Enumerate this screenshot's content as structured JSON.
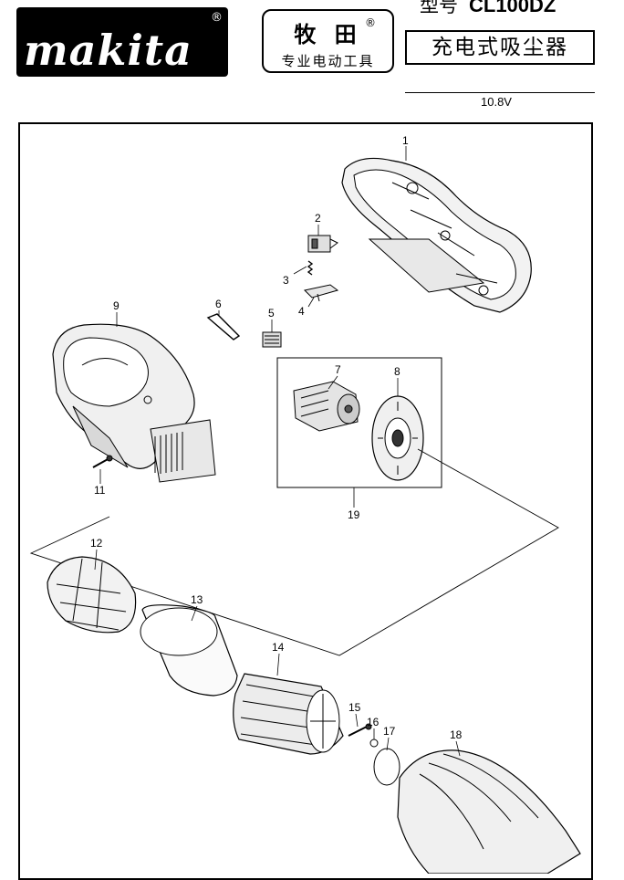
{
  "header": {
    "logo_text": "makita",
    "logo_reg": "®",
    "brand_name": "牧 田",
    "brand_reg": "®",
    "brand_subtitle": "专业电动工具",
    "model_label": "型号",
    "model_number": "CL100DZ",
    "product_name": "充电式吸尘器",
    "voltage": "10.8V"
  },
  "parts": [
    {
      "id": "1",
      "label": "1"
    },
    {
      "id": "2",
      "label": "2"
    },
    {
      "id": "3",
      "label": "3"
    },
    {
      "id": "4",
      "label": "4"
    },
    {
      "id": "5",
      "label": "5"
    },
    {
      "id": "6",
      "label": "6"
    },
    {
      "id": "7",
      "label": "7"
    },
    {
      "id": "8",
      "label": "8"
    },
    {
      "id": "9",
      "label": "9"
    },
    {
      "id": "11",
      "label": "11"
    },
    {
      "id": "12",
      "label": "12"
    },
    {
      "id": "13",
      "label": "13"
    },
    {
      "id": "14",
      "label": "14"
    },
    {
      "id": "15",
      "label": "15"
    },
    {
      "id": "16",
      "label": "16"
    },
    {
      "id": "17",
      "label": "17"
    },
    {
      "id": "18",
      "label": "18"
    },
    {
      "id": "19",
      "label": "19"
    }
  ]
}
